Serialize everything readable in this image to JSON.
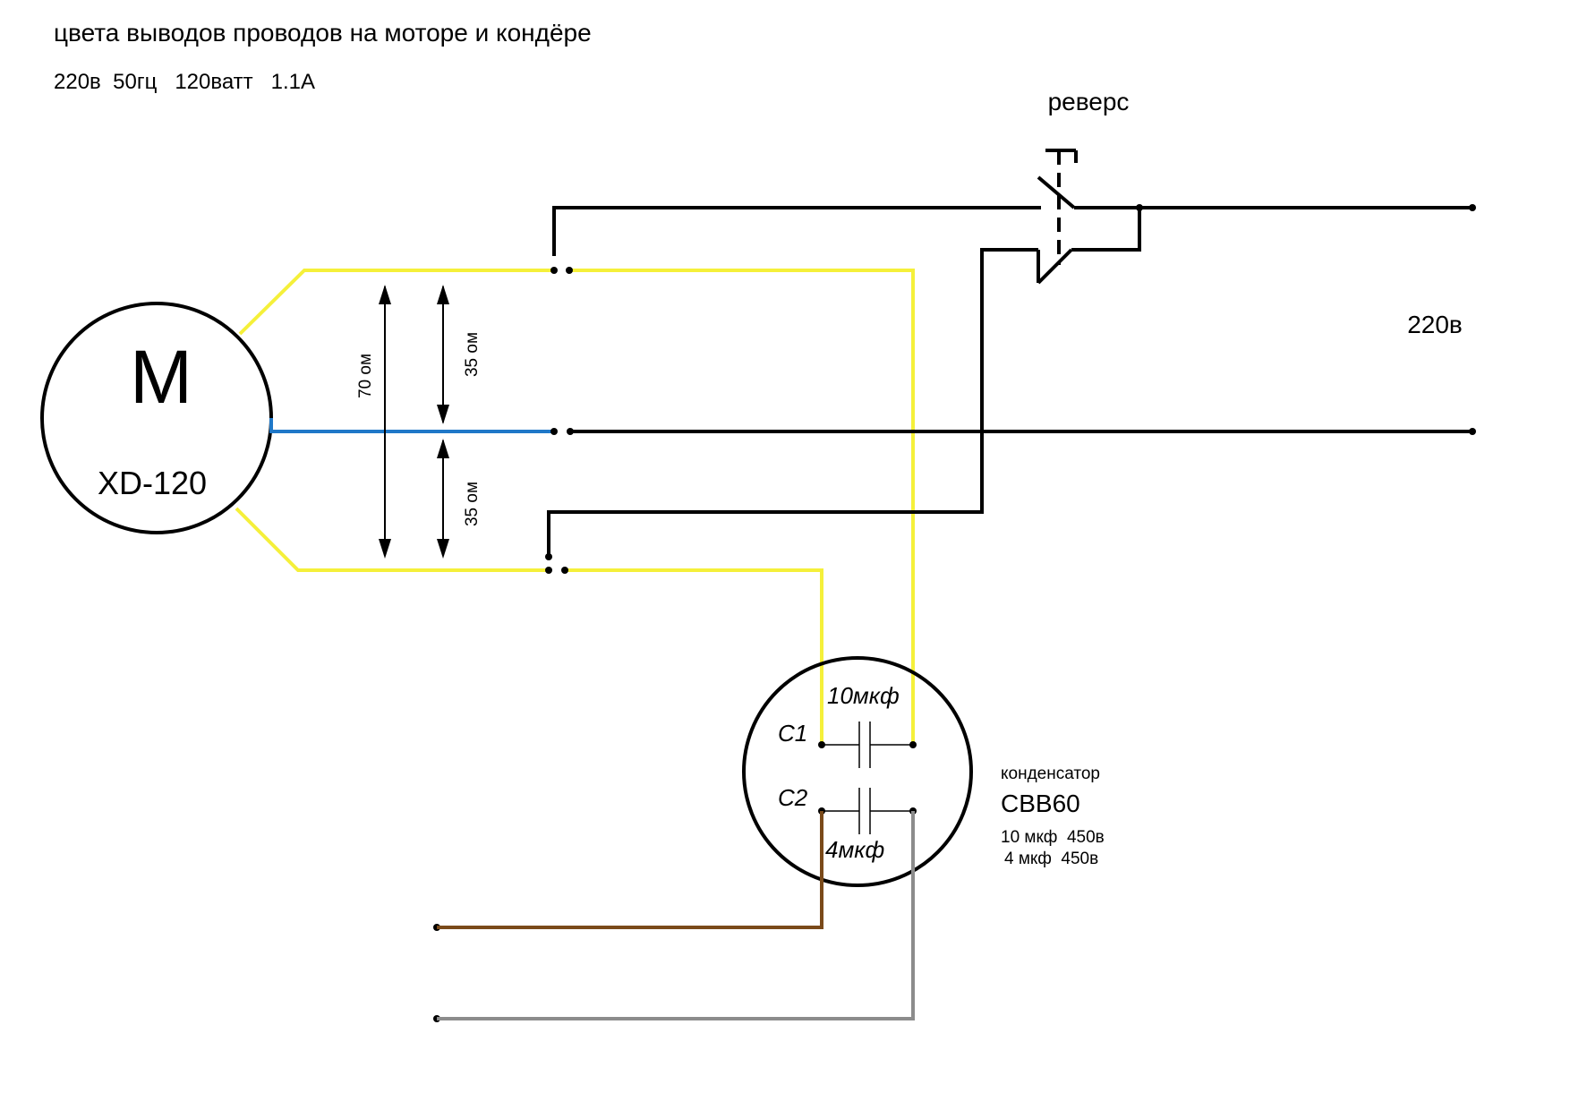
{
  "header": {
    "title": "цвета выводов проводов на моторе и кондёре",
    "specs": "220в  50гц   120ватт   1.1А"
  },
  "motor": {
    "symbol": "M",
    "model": "XD-120"
  },
  "switch": {
    "label": "реверс"
  },
  "supply": {
    "label": "220в"
  },
  "resistances": {
    "full": "70 ом",
    "upper": "35 ом",
    "lower": "35 ом"
  },
  "capacitor": {
    "c1_label": "C1",
    "c1_value": "10мкф",
    "c2_label": "C2",
    "c2_value": "4мкф",
    "type_label": "конденсатор",
    "model": "CBB60",
    "rating_1": "10 мкф  450в",
    "rating_2": "4 мкф  450в"
  },
  "colors": {
    "yellow_wire": "#f5f03a",
    "blue_wire": "#1f78c8",
    "brown_wire": "#7a4a1a",
    "gray_wire": "#8c8c8c",
    "black_wire": "#000000"
  }
}
